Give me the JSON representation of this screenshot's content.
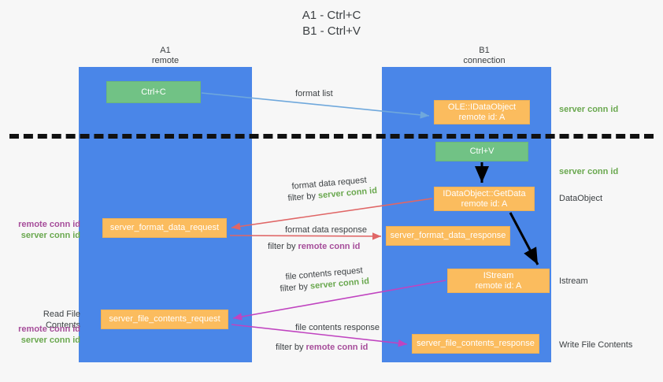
{
  "title": "A1 - Ctrl+C\nB1 - Ctrl+V",
  "columns": {
    "left": {
      "name": "A1",
      "role": "remote",
      "label": "A1\nremote",
      "color": "#4a86e8"
    },
    "right": {
      "name": "B1",
      "role": "connection",
      "label": "B1\nconnection",
      "color": "#4a86e8"
    }
  },
  "colors": {
    "lane": "#4a86e8",
    "green_box": "#71c285",
    "orange_box": "#fbbc5e",
    "server_conn_id": "#6aa84f",
    "remote_conn_id": "#a64d9a",
    "arrow_blue": "#6fa8dc",
    "arrow_red": "#e06666",
    "arrow_magenta": "#c044c0",
    "arrow_black": "#000000",
    "divider": "#111111",
    "background": "#f7f7f7"
  },
  "nodes": {
    "ctrl_c": "Ctrl+C",
    "ole_idataobject": "OLE::IDataObject\nremote id: A",
    "ctrl_v": "Ctrl+V",
    "idataobject_getdata": "IDataObject::GetData\nremote id: A",
    "server_format_data_request": "server_format_data_request",
    "server_format_data_response": "server_format_data_response",
    "istream": "IStream\nremote id: A",
    "server_file_contents_request": "server_file_contents_request",
    "server_file_contents_response": "server_file_contents_response"
  },
  "edge_labels": {
    "format_list": "format list",
    "format_data_request": "format data request",
    "format_data_request_filter_prefix": "filter by ",
    "format_data_request_filter_value": "server conn id",
    "format_data_response": "format data response",
    "format_data_response_filter_prefix": "filter by ",
    "format_data_response_filter_value": "remote conn id",
    "file_contents_request": "file contents request",
    "file_contents_request_filter_prefix": "filter by ",
    "file_contents_request_filter_value": "server conn id",
    "file_contents_response": "file contents response",
    "file_contents_response_filter_prefix": "filter by ",
    "file_contents_response_filter_value": "remote conn id"
  },
  "side_labels": {
    "right_server_conn_id_top": "server conn id",
    "right_server_conn_id_mid": "server conn id",
    "right_dataobject": "DataObject",
    "right_istream": "Istream",
    "right_write_file_contents": "Write File Contents",
    "left_remote_conn_id_1": "remote conn id",
    "left_server_conn_id_1": "server conn id",
    "left_read_file_contents": "Read File Contents",
    "left_remote_conn_id_2": "remote conn id",
    "left_server_conn_id_2": "server conn id"
  }
}
